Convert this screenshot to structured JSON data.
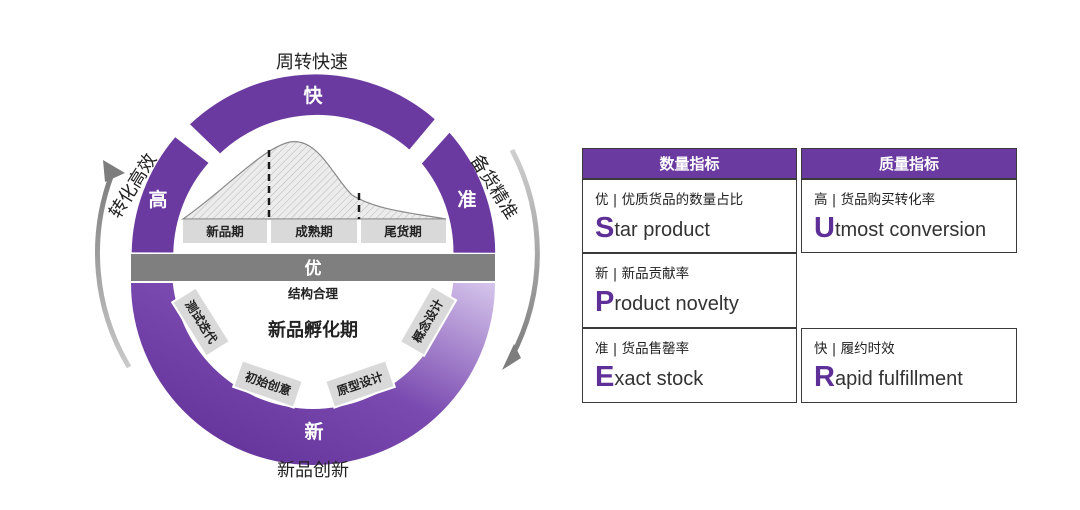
{
  "cycle": {
    "top_label": "周转快速",
    "bottom_label": "新品创新",
    "left_label": "转化高效",
    "right_label": "备货精准",
    "arc_top": "快",
    "arc_left": "高",
    "arc_right": "准",
    "arc_bottom": "新",
    "bar_label": "优",
    "bar_sub_label": "结构合理",
    "center_label": "新品孵化期",
    "lifecycle_phases": [
      "新品期",
      "成熟期",
      "尾货期"
    ],
    "incubation_steps": [
      "测试迭代",
      "初始创意",
      "原型设计",
      "概念设计"
    ]
  },
  "metrics": {
    "headers": [
      "数量指标",
      "质量指标"
    ],
    "items": [
      {
        "sub": "优 | 优质货品的数量占比",
        "first": "S",
        "rest": "tar product"
      },
      {
        "sub": "高 | 货品购买转化率",
        "first": "U",
        "rest": "tmost conversion"
      },
      {
        "sub": "新 | 新品贡献率",
        "first": "P",
        "rest": "roduct novelty"
      },
      {
        "sub": "准 | 货品售罄率",
        "first": "E",
        "rest": "xact stock"
      },
      {
        "sub": "快 | 履约时效",
        "first": "R",
        "rest": "apid fulfillment"
      }
    ]
  },
  "colors": {
    "purple": "#6a3aa0",
    "purple_light": "#c7b3e2",
    "gray_bar": "#7f7f7f",
    "gray_arrow": "#8a8a8a"
  }
}
